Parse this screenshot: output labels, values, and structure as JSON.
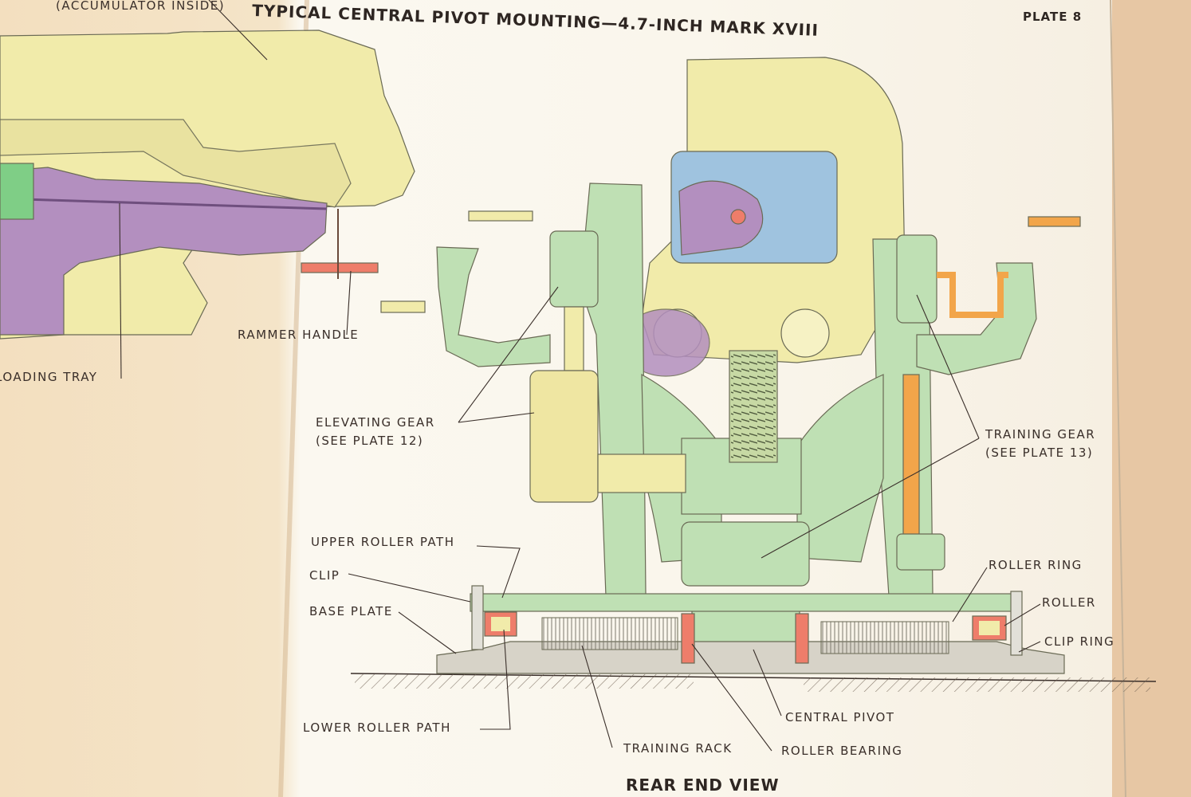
{
  "plate": {
    "title": "TYPICAL CENTRAL PIVOT MOUNTING—4.7-INCH MARK XVIII",
    "plate_number": "PLATE 8",
    "view_caption": "REAR END VIEW",
    "partial_label_top": "(ACCUMULATOR INSIDE)"
  },
  "labels": {
    "rammer_handle": "RAMMER HANDLE",
    "loading_tray": "LOADING TRAY",
    "elevating_gear_1": "ELEVATING GEAR",
    "elevating_gear_2": "(SEE PLATE 12)",
    "training_gear_1": "TRAINING GEAR",
    "training_gear_2": "(SEE PLATE 13)",
    "upper_roller_path": "UPPER ROLLER PATH",
    "clip": "CLIP",
    "base_plate": "BASE PLATE",
    "lower_roller_path": "LOWER ROLLER PATH",
    "training_rack": "TRAINING RACK",
    "roller_bearing": "ROLLER BEARING",
    "central_pivot": "CENTRAL PIVOT",
    "roller_ring": "ROLLER RING",
    "roller": "ROLLER",
    "clip_ring": "CLIP RING"
  },
  "colors": {
    "paper": "#f4e8d4",
    "paper_light": "#fbf7ee",
    "book_cover": "#e9c9a6",
    "mounting_green": "#bfe0b4",
    "gun_yellow": "#f1ebaa",
    "tray_purple": "#b38fbf",
    "breech_blue": "#9fc3df",
    "handle_orange": "#f2a54a",
    "rammer_red": "#ee7d6a",
    "base_grey": "#d7d3c8"
  }
}
